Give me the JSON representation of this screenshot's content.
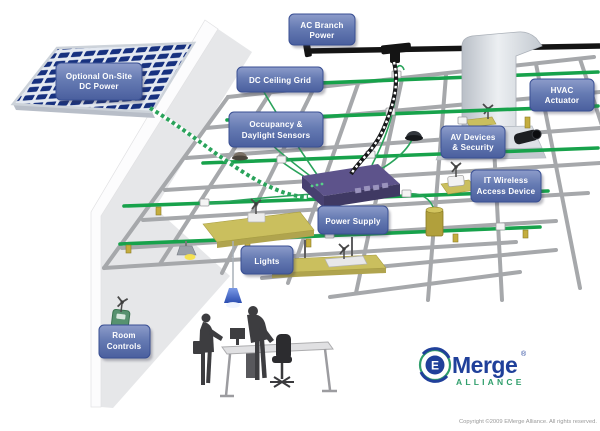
{
  "diagram": {
    "labels": {
      "optional_dc": {
        "lines": [
          "Optional On-Site",
          "DC Power"
        ]
      },
      "ac_branch": {
        "lines": [
          "AC Branch",
          "Power"
        ]
      },
      "dc_ceiling": {
        "lines": [
          "DC Ceiling Grid"
        ]
      },
      "occupancy": {
        "lines": [
          "Occupancy &",
          "Daylight Sensors"
        ]
      },
      "hvac": {
        "lines": [
          "HVAC",
          "Actuator"
        ]
      },
      "av": {
        "lines": [
          "AV Devices",
          "& Security"
        ]
      },
      "it_wireless": {
        "lines": [
          "IT Wireless",
          "Access Device"
        ]
      },
      "power_supply": {
        "lines": [
          "Power Supply"
        ]
      },
      "lights": {
        "lines": [
          "Lights"
        ]
      },
      "room_controls": {
        "lines": [
          "Room",
          "Controls"
        ]
      }
    },
    "logo": {
      "e": "E",
      "merge": "Merge",
      "registered": "®",
      "alliance": "ALLIANCE"
    },
    "copyright": "Copyright ©2009 EMerge Alliance. All rights reserved.",
    "colors": {
      "label_blue_top": "#8d9cca",
      "label_blue_bottom": "#4a5f9e",
      "dc_rail_green": "#17a24b",
      "ac_line_black": "#141414",
      "logo_blue": "#20409a",
      "logo_green": "#2f9e6b",
      "solar_cell_blue": "#17317f",
      "wall_gray": "#e6e7e9",
      "grid_gray": "#a6a8ab"
    }
  }
}
